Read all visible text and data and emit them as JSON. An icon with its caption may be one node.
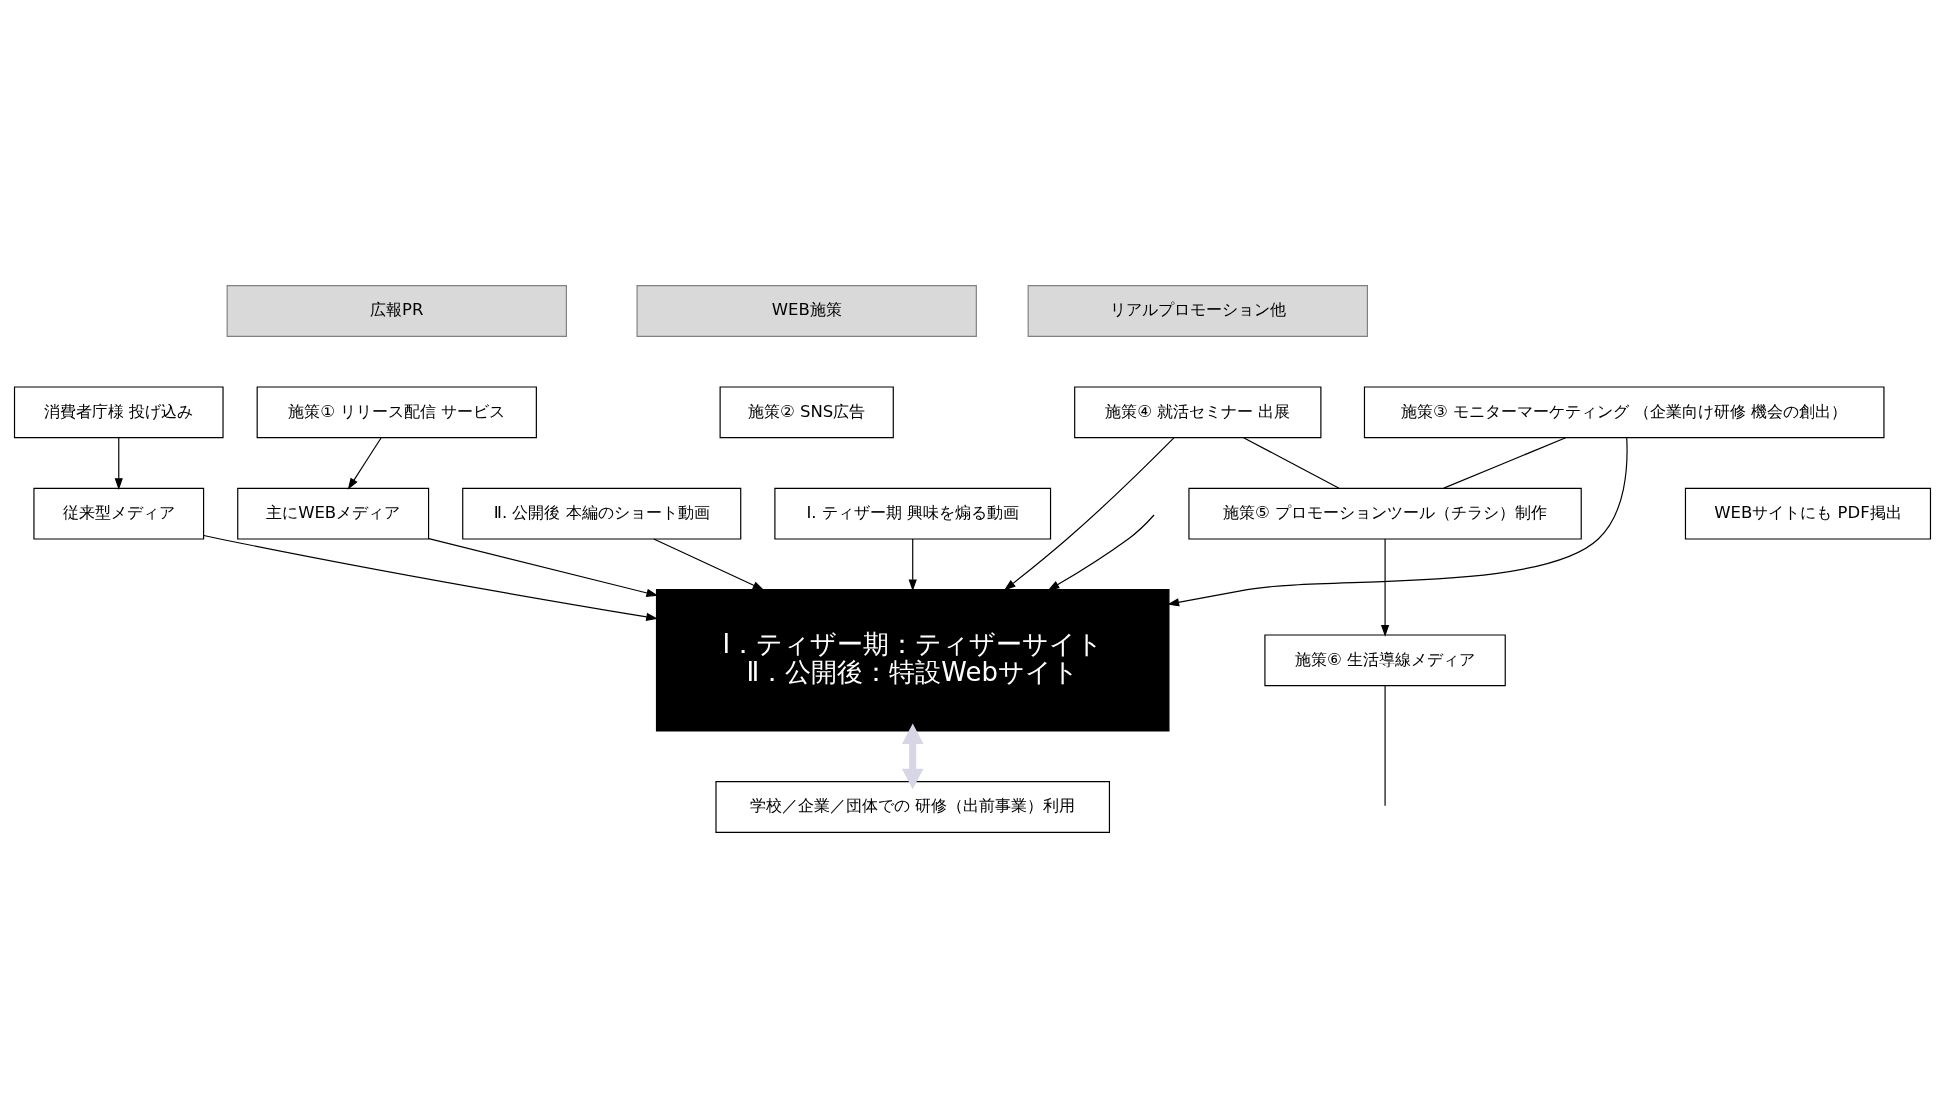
{
  "diagram": {
    "nodes": [
      {
        "text": [
          "広報PR"
        ]
      },
      {
        "text": [
          "WEB施策"
        ]
      },
      {
        "text": [
          "リアルプロモーション他"
        ]
      },
      {
        "text": [
          "消費者庁様 投げ込み"
        ]
      },
      {
        "text": [
          "施策① リリース配信 サービス"
        ]
      },
      {
        "text": [
          "従来型メディア"
        ]
      },
      {
        "text": [
          "主にWEBメディア"
        ]
      },
      {
        "text": [
          "施策② SNS広告"
        ]
      },
      {
        "text": [
          "Ⅰ. ティザー期 興味を煽る動画"
        ]
      },
      {
        "text": [
          "Ⅱ. 公開後 本編のショート動画"
        ]
      },
      {
        "text": [
          "施策③ モニターマーケティング （企業向け研修 機会の創出）"
        ]
      },
      {
        "text": [
          "施策④ 就活セミナー 出展"
        ]
      },
      {
        "text": [
          "Ⅰ．ティザー期：ティザーサイト",
          "Ⅱ．公開後：特設Webサイト"
        ]
      },
      {
        "text": [
          "学校／企業／団体での 研修（出前事業）利用"
        ]
      },
      {
        "text": [
          "WEBサイトにも PDF掲出"
        ]
      },
      {
        "text": [
          "施策⑤ プロモーションツール（チラシ）制作"
        ]
      },
      {
        "text": [
          "施策⑥ 生活導線メディア"
        ]
      }
    ],
    "edges": [
      {
        "from": 3,
        "to": 5,
        "arrow": "to"
      },
      {
        "from": 4,
        "to": 6,
        "arrow": "to"
      },
      {
        "from": 5,
        "to": 12,
        "arrow": "to"
      },
      {
        "from": 6,
        "to": 12,
        "arrow": "to"
      },
      {
        "from": 8,
        "to": 12,
        "arrow": "to"
      },
      {
        "from": 9,
        "to": 12,
        "arrow": "to"
      },
      {
        "from": 10,
        "to": 12,
        "arrow": "to"
      },
      {
        "from": 11,
        "to": 12,
        "arrow": "to"
      },
      {
        "from": 10,
        "to": 15,
        "arrow": "none"
      },
      {
        "from": 11,
        "to": 15,
        "arrow": "none"
      },
      {
        "from": 15,
        "to": 16,
        "arrow": "to"
      },
      {
        "from": 12,
        "to": 13,
        "arrow": "both",
        "style": "thick",
        "color": "#d6d6e6"
      },
      {
        "from": null,
        "to": 12,
        "arrow": "to"
      },
      {
        "from": 16,
        "to": null,
        "arrow": "none"
      }
    ]
  }
}
